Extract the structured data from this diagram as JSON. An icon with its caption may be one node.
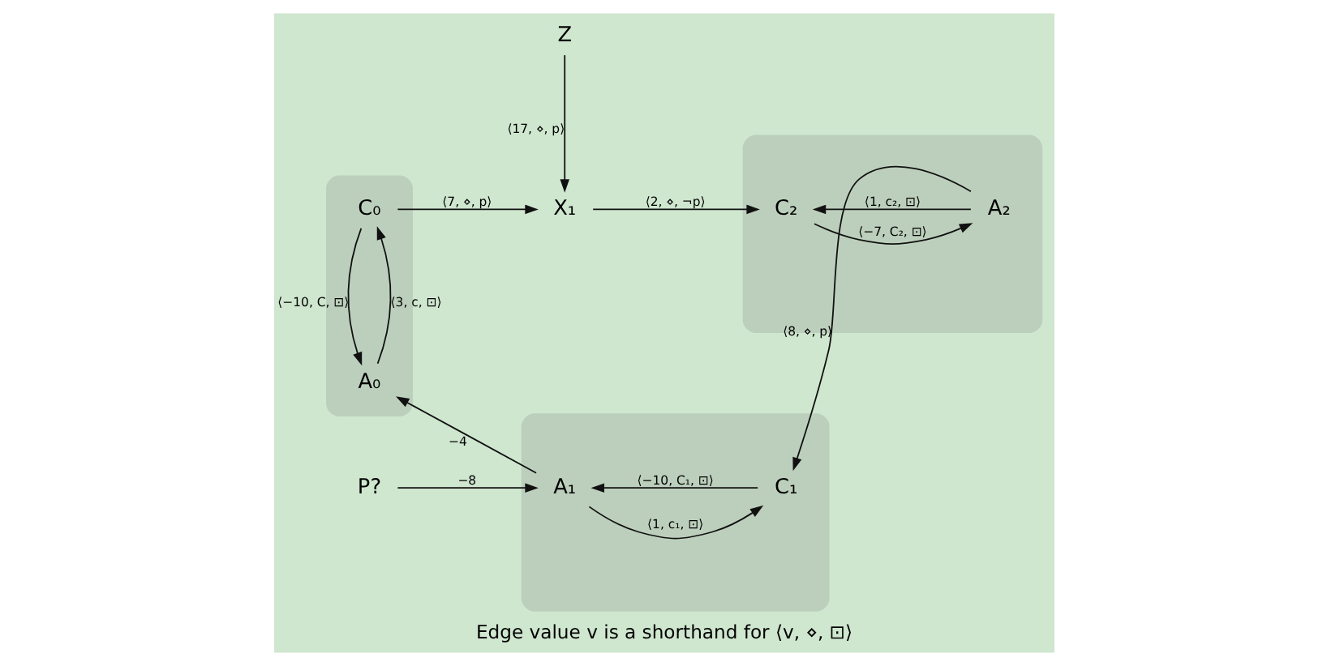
{
  "diagram": {
    "caption": "Edge value v is a shorthand for ⟨v, ⋄, ⊡⟩",
    "nodes": [
      {
        "text": [],
        "shape": "box"
      },
      {
        "text": [
          "C₀"
        ],
        "in": 0
      },
      {
        "text": [
          "X₁"
        ]
      },
      {
        "text": [],
        "shape": "box"
      },
      {
        "text": [
          "C₂"
        ],
        "in": 3
      },
      {
        "text": [
          "A₂"
        ],
        "in": 3
      },
      {
        "text": [
          "Z"
        ]
      },
      {
        "text": [
          "P?"
        ]
      },
      {
        "text": [
          "A₀"
        ],
        "in": 0
      },
      {
        "text": [],
        "shape": "box"
      },
      {
        "text": [
          "A₁"
        ],
        "in": 9
      },
      {
        "text": [
          "C₁"
        ],
        "in": 9
      }
    ],
    "edges": [
      {
        "from": 1,
        "to": 2,
        "arrow": "to",
        "label": "⟨7, ⋄, p⟩"
      },
      {
        "from": 2,
        "to": 4,
        "arrow": "to",
        "label": "⟨2, ⋄, ¬p⟩"
      },
      {
        "from": 6,
        "to": 2,
        "arrow": "to",
        "label": "⟨17, ⋄, p⟩"
      },
      {
        "from": 5,
        "to": 4,
        "arrow": "to",
        "label": "⟨1, c₂, ⊡⟩"
      },
      {
        "from": 4,
        "to": 5,
        "arrow": "to",
        "label": "⟨−7, C₂, ⊡⟩"
      },
      {
        "from": 5,
        "to": 11,
        "arrow": "to",
        "label": "⟨8, ⋄, p⟩"
      },
      {
        "from": 7,
        "to": 10,
        "arrow": "to",
        "label": "−8"
      },
      {
        "from": 10,
        "to": 11,
        "arrow": "to",
        "label": "⟨1, c₁, ⊡⟩"
      },
      {
        "from": 11,
        "to": 10,
        "arrow": "to",
        "label": "⟨−10, C₁, ⊡⟩"
      },
      {
        "from": 10,
        "to": 8,
        "arrow": "to",
        "label": "−4"
      },
      {
        "from": 8,
        "to": 1,
        "arrow": "to",
        "label": "⟨3, c, ⊡⟩"
      },
      {
        "from": 1,
        "to": 8,
        "arrow": "to",
        "label": "⟨−10, C, ⊡⟩"
      }
    ]
  }
}
